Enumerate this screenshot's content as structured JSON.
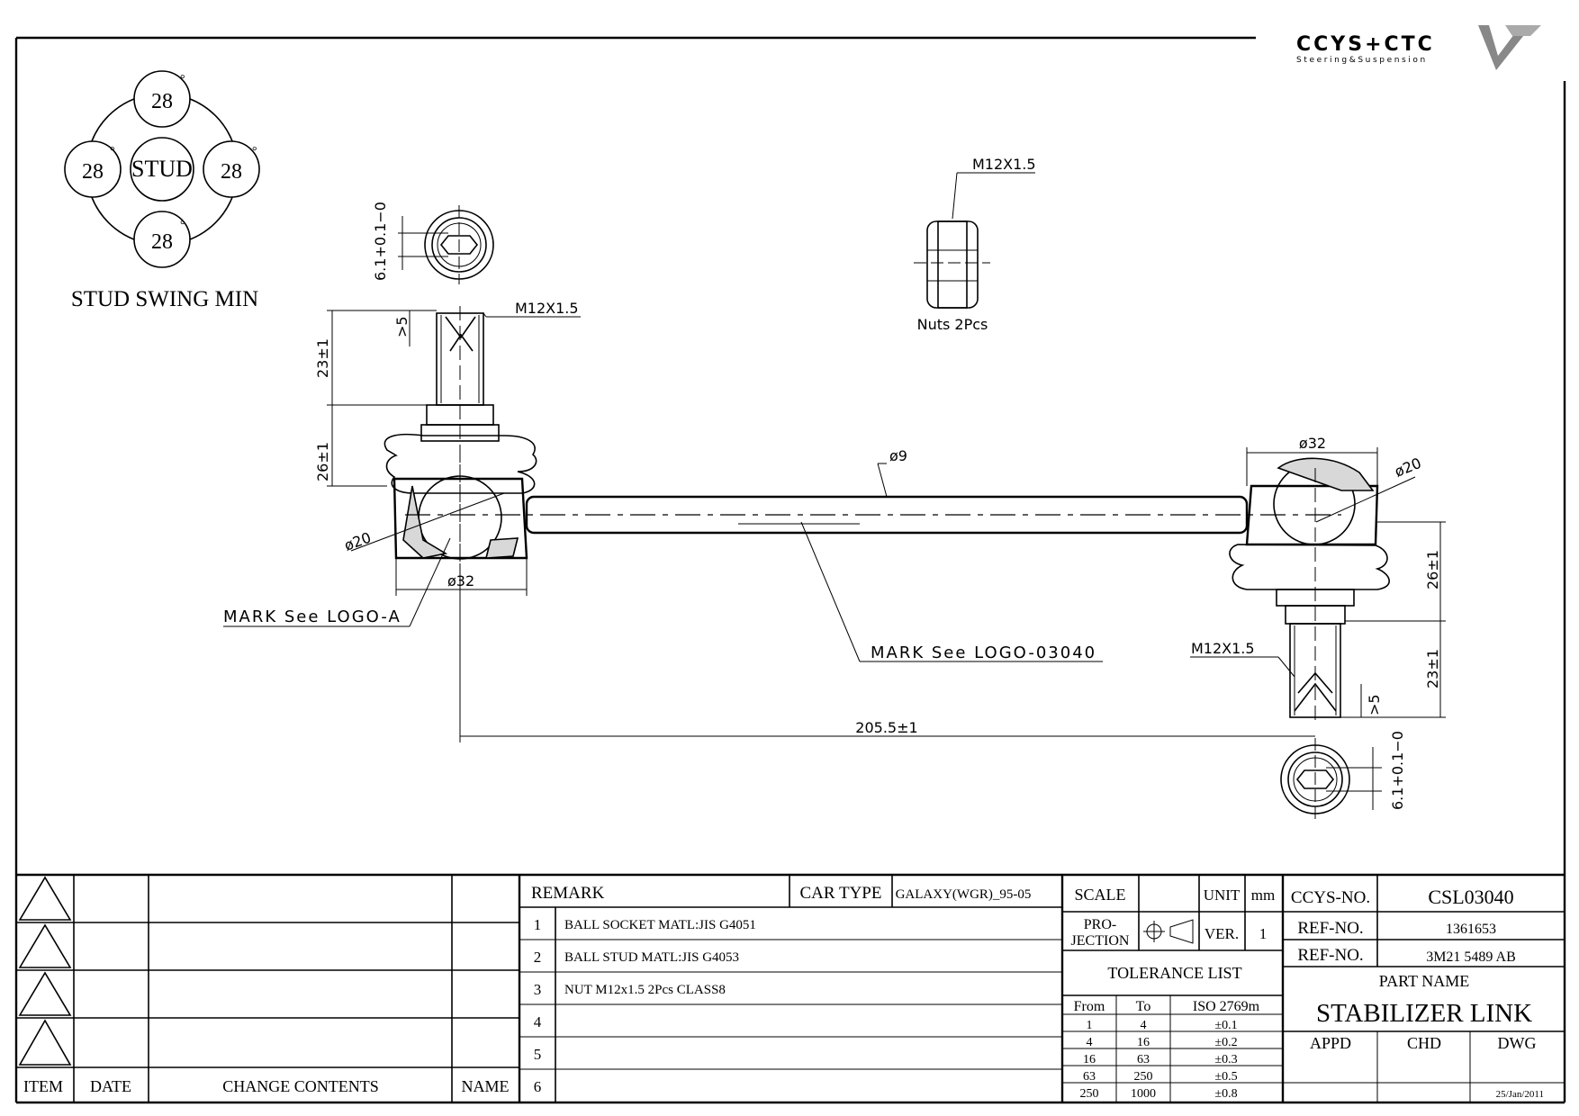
{
  "logo": {
    "brand": "CCYS+CTC",
    "tagline": "Steering&Suspension"
  },
  "swing": {
    "top": "28",
    "left": "28",
    "right": "28",
    "bottom": "28",
    "center": "STUD",
    "degree": "°",
    "caption": "STUD SWING MIN"
  },
  "dims": {
    "hex_left": "6.1+0.1−0",
    "thread_left": "M12X1.5",
    "gt5_left": ">5",
    "len23_left": "23±1",
    "len26_left": "26±1",
    "dia20_left": "ø20",
    "dia32_left": "ø32",
    "mark_a": "MARK See LOGO-A",
    "nut_thread": "M12X1.5",
    "nuts": "Nuts 2Pcs",
    "rod_dia": "ø9",
    "mark_rod": "MARK See LOGO-03040",
    "length": "205.5±1",
    "dia32_right": "ø32",
    "dia20_right": "ø20",
    "len26_right": "26±1",
    "thread_right": "M12X1.5",
    "len23_right": "23±1",
    "gt5_right": ">5",
    "hex_right": "6.1+0.1−0"
  },
  "revision_table": {
    "headers": {
      "item": "ITEM",
      "date": "DATE",
      "change": "CHANGE CONTENTS",
      "name": "NAME"
    }
  },
  "remark": {
    "title": "REMARK",
    "car_type_label": "CAR TYPE",
    "car_type": "GALAXY(WGR)_95-05",
    "rows": [
      {
        "no": "1",
        "text": "BALL SOCKET MATL:JIS G4051"
      },
      {
        "no": "2",
        "text": "BALL STUD MATL:JIS G4053"
      },
      {
        "no": "3",
        "text": "NUT M12x1.5 2Pcs CLASS8"
      },
      {
        "no": "4",
        "text": ""
      },
      {
        "no": "5",
        "text": ""
      },
      {
        "no": "6",
        "text": ""
      }
    ]
  },
  "spec": {
    "scale_label": "SCALE",
    "scale": "",
    "unit_label": "UNIT",
    "unit": "mm",
    "projection_label": "PRO-\nJECTION",
    "ver_label": "VER.",
    "ver": "1"
  },
  "tolerance": {
    "title": "TOLERANCE LIST",
    "col_from": "From",
    "col_to": "To",
    "col_iso": "ISO 2769m",
    "rows": [
      {
        "from": "1",
        "to": "4",
        "tol": "±0.1"
      },
      {
        "from": "4",
        "to": "16",
        "tol": "±0.2"
      },
      {
        "from": "16",
        "to": "63",
        "tol": "±0.3"
      },
      {
        "from": "63",
        "to": "250",
        "tol": "±0.5"
      },
      {
        "from": "250",
        "to": "1000",
        "tol": "±0.8"
      }
    ]
  },
  "title_block": {
    "ccys_label": "CCYS-NO.",
    "ccys_no": "CSL03040",
    "ref1_label": "REF-NO.",
    "ref1": "1361653",
    "ref2_label": "REF-NO.",
    "ref2": "3M21 5489 AB",
    "part_name_label": "PART NAME",
    "part_name": "STABILIZER LINK",
    "appd": "APPD",
    "chd": "CHD",
    "dwg": "DWG",
    "date": "25/Jan/2011"
  }
}
